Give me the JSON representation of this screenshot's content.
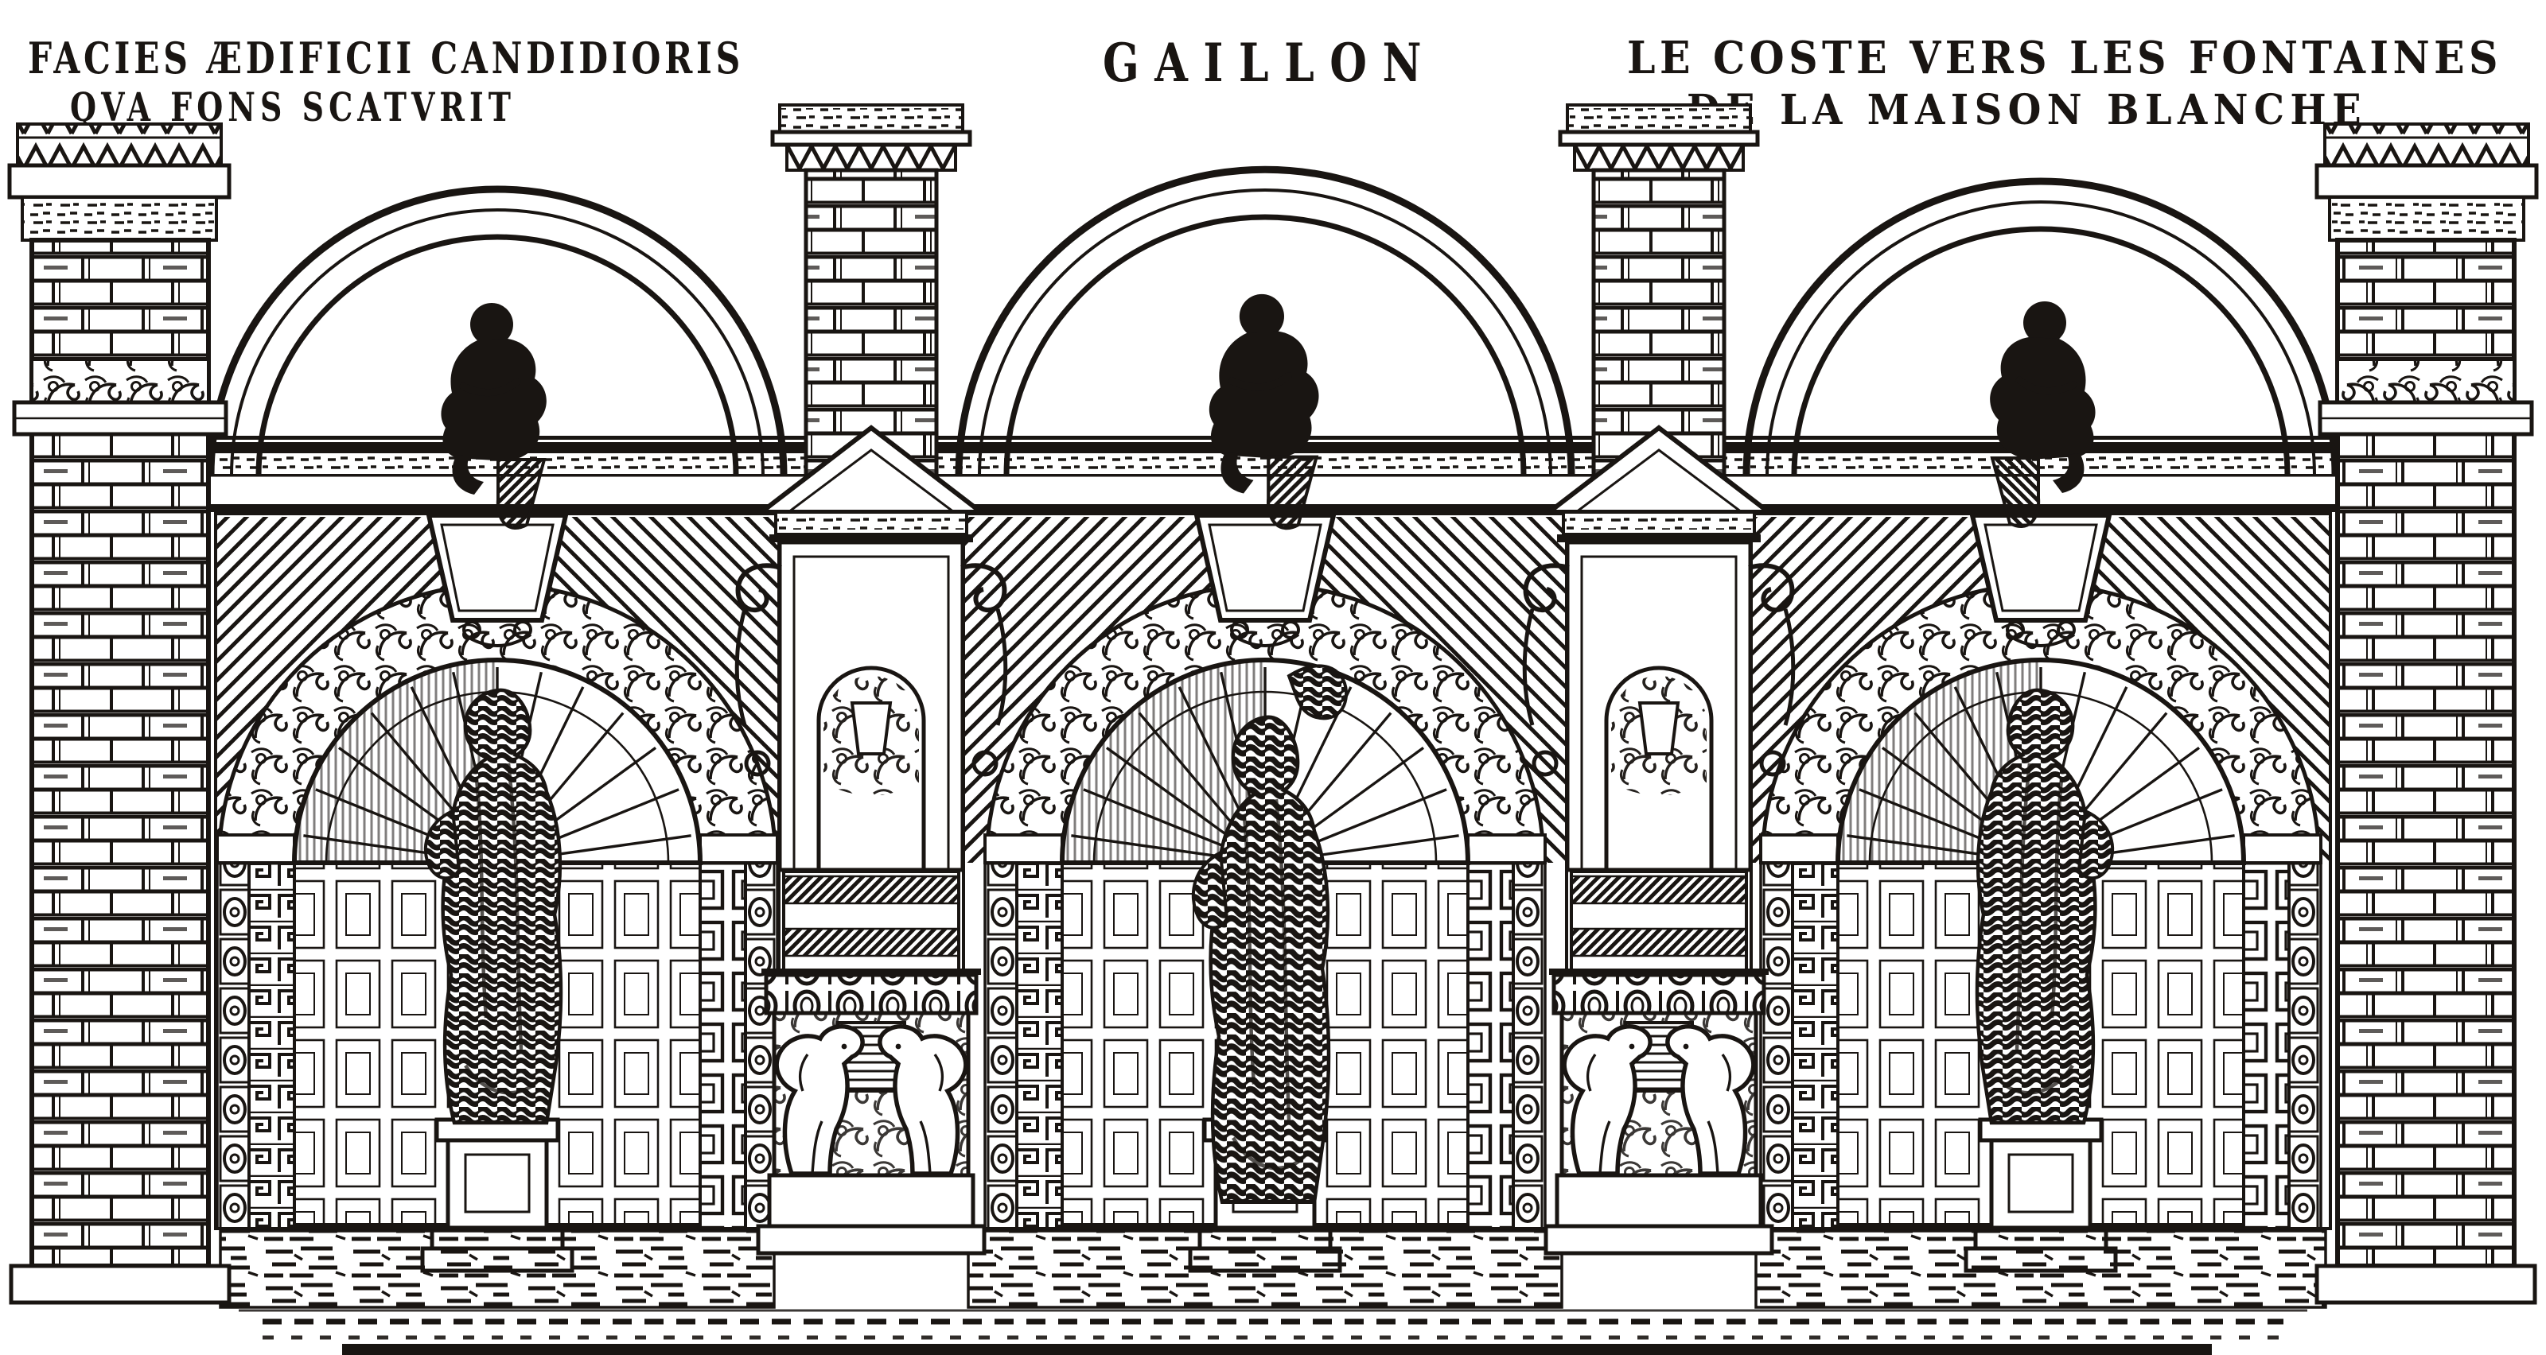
{
  "engraving": {
    "title": "GAILLON",
    "caption_left_line1": "FACIES ÆDIFICII CANDIDIORIS",
    "caption_left_line2": "QVA FONS SCATVRIT",
    "caption_right_line1": "LE COSTE VERS LES FONTAINES",
    "caption_right_line2": "DE LA MAISON BLANCHE"
  },
  "colors": {
    "ink": "#191512",
    "paper": "#ffffff"
  }
}
